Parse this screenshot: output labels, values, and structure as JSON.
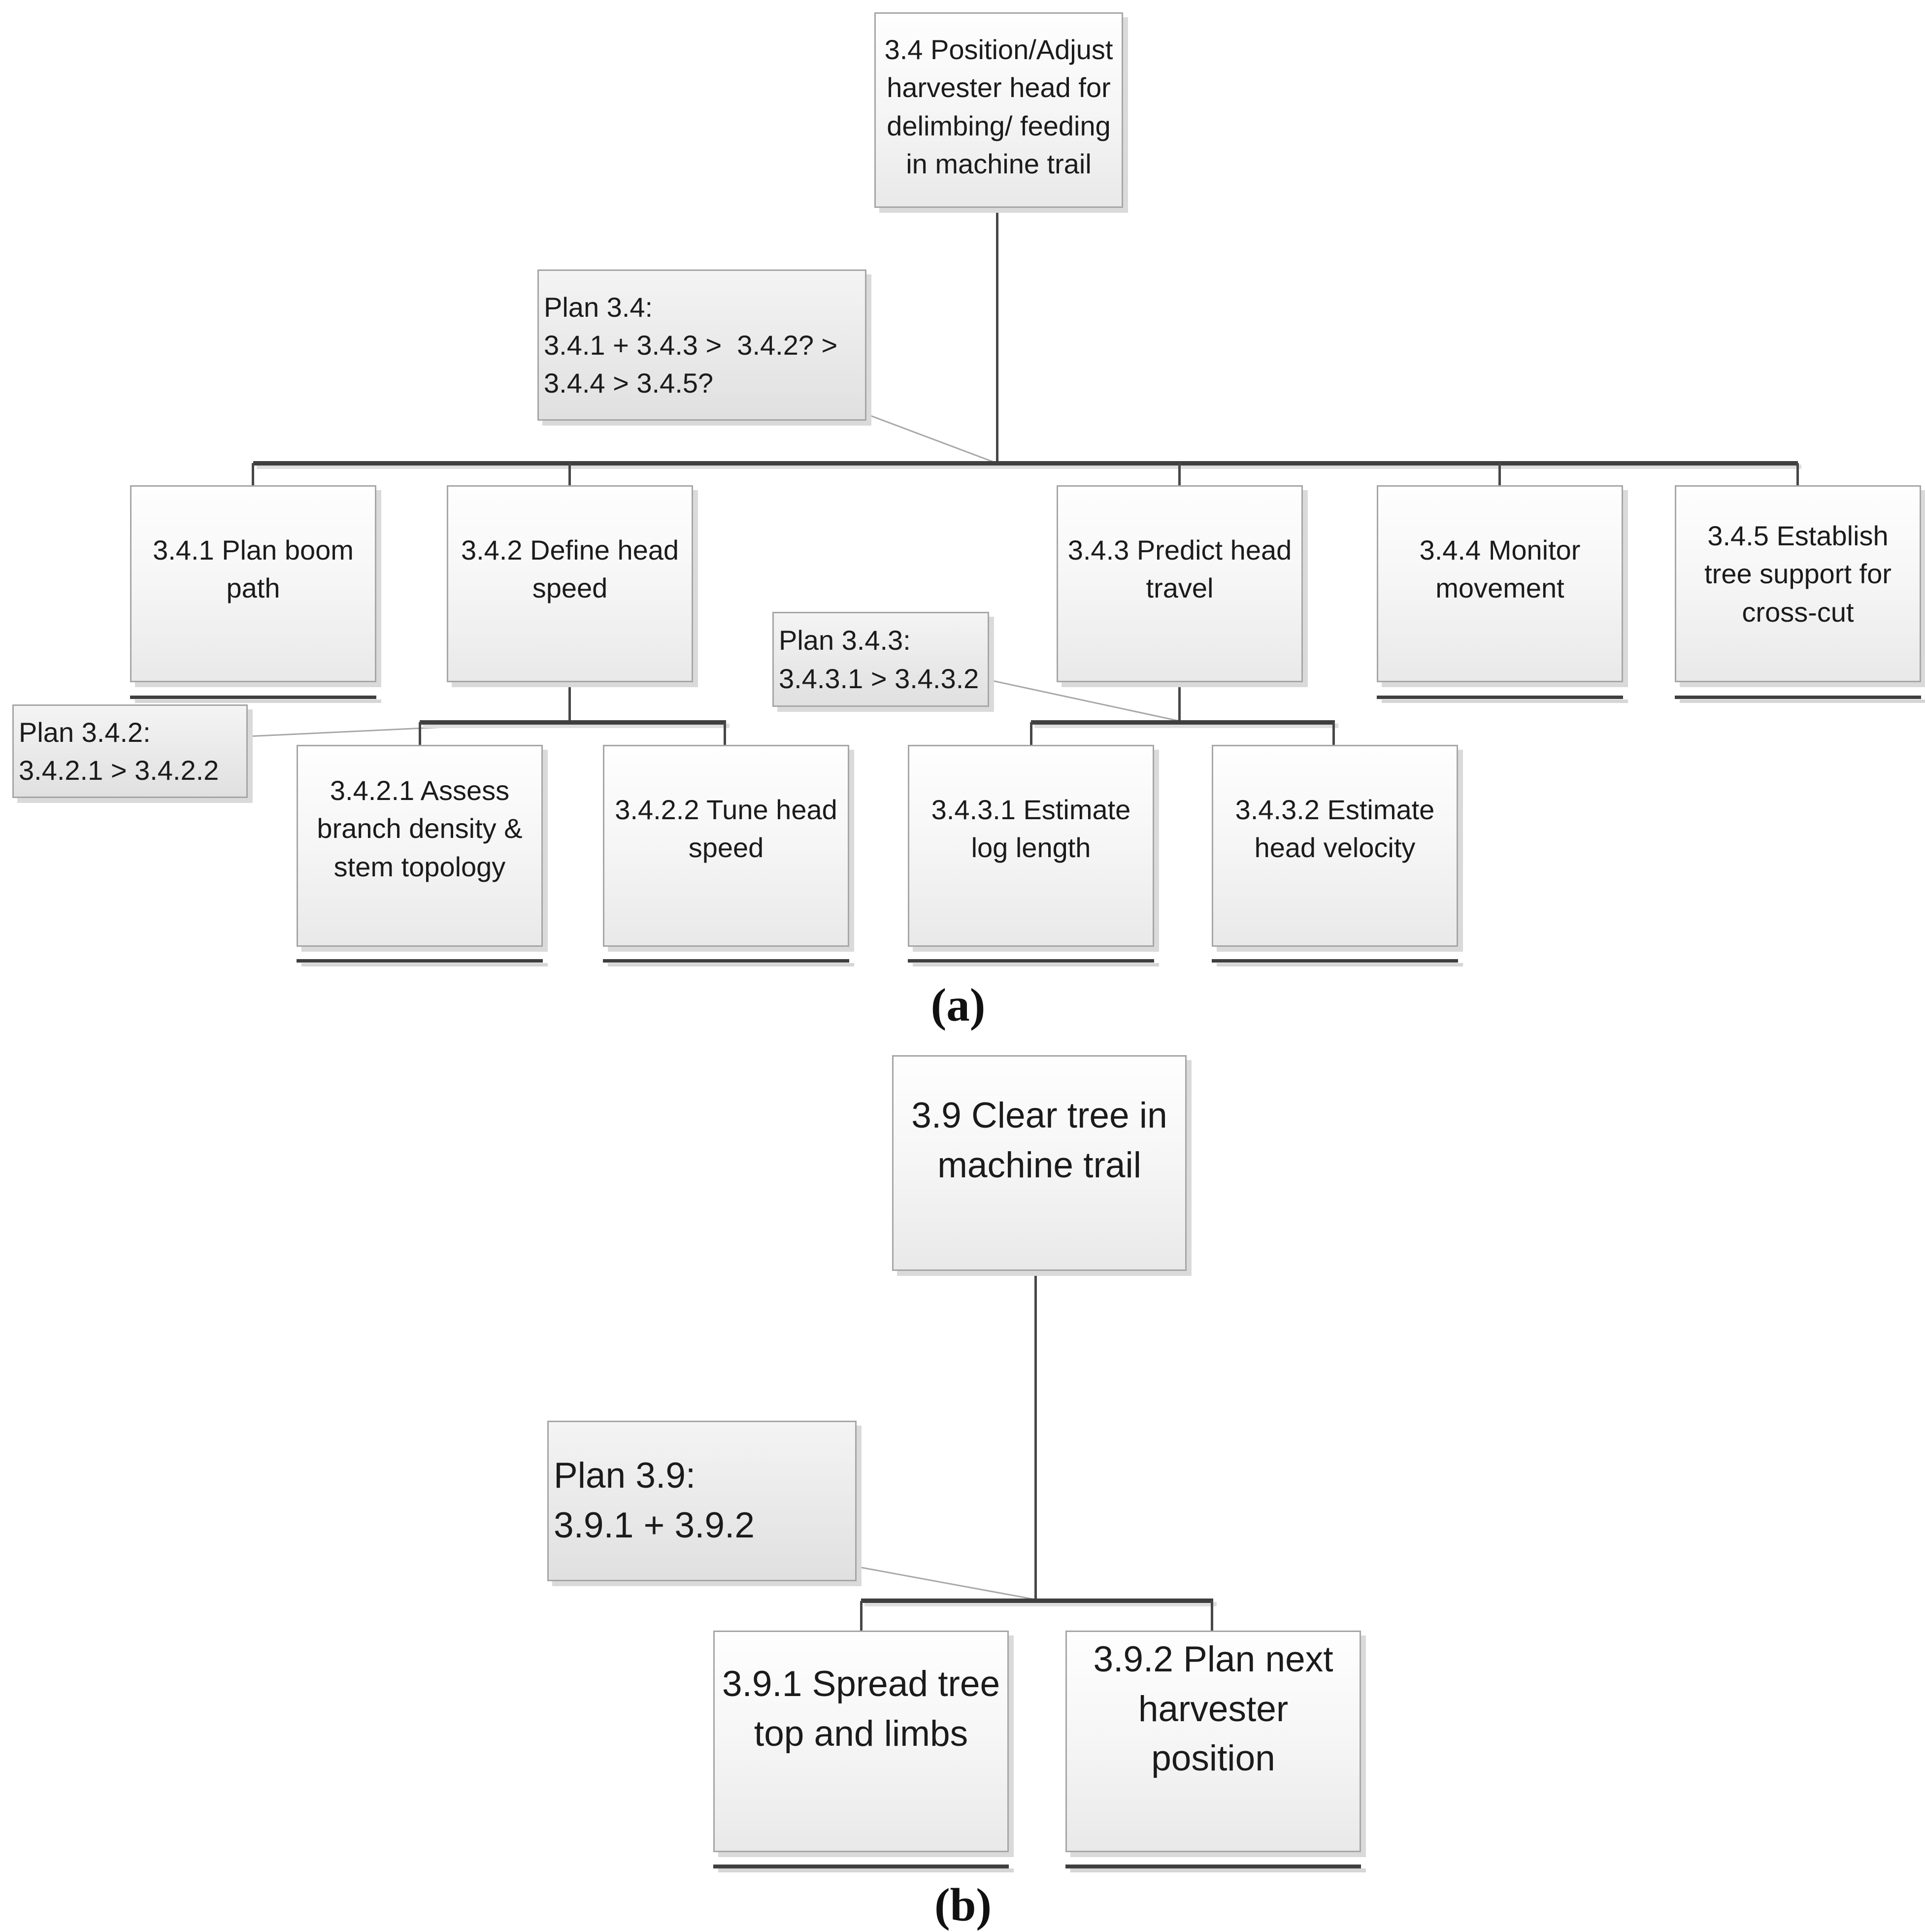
{
  "figure_title": "Hierarchical task analysis diagram",
  "colors": {
    "box_border": "#a6a6a6",
    "box_fill_top": "#fefefe",
    "box_fill_bottom": "#e9e9e9",
    "plan_fill_top": "#f4f4f4",
    "plan_fill_bottom": "#e0e0e0",
    "connector": "#3f3f3f",
    "leader": "#a8a8a8",
    "shadow": "#dadada",
    "text": "#1b1b1b"
  },
  "panel_a": {
    "caption": "(a)",
    "root": {
      "label": "3.4 Position/Adjust harvester head for delimbing/ feeding in machine trail"
    },
    "plan_3_4": {
      "lines": [
        "Plan 3.4:",
        "3.4.1 + 3.4.3 >  3.4.2? >",
        "3.4.4 > 3.4.5?"
      ]
    },
    "plan_3_4_2": {
      "lines": [
        "Plan 3.4.2:",
        "3.4.2.1 > 3.4.2.2"
      ]
    },
    "plan_3_4_3": {
      "lines": [
        "Plan 3.4.3:",
        "3.4.3.1 > 3.4.3.2"
      ]
    },
    "tasks": {
      "t_3_4_1": {
        "label": "3.4.1 Plan boom path"
      },
      "t_3_4_2": {
        "label": "3.4.2 Define head speed"
      },
      "t_3_4_3": {
        "label": "3.4.3 Predict head travel"
      },
      "t_3_4_4": {
        "label": "3.4.4 Monitor movement"
      },
      "t_3_4_5": {
        "label": "3.4.5 Establish tree support for cross-cut"
      },
      "t_3_4_2_1": {
        "label": "3.4.2.1 Assess branch density & stem topology"
      },
      "t_3_4_2_2": {
        "label": "3.4.2.2 Tune head speed"
      },
      "t_3_4_3_1": {
        "label": "3.4.3.1 Estimate log length"
      },
      "t_3_4_3_2": {
        "label": "3.4.3.2 Estimate head velocity"
      }
    }
  },
  "panel_b": {
    "caption": "(b)",
    "root": {
      "label": "3.9 Clear tree in machine trail"
    },
    "plan_3_9": {
      "lines": [
        "Plan 3.9:",
        "3.9.1 + 3.9.2"
      ]
    },
    "tasks": {
      "t_3_9_1": {
        "label": "3.9.1 Spread tree top and limbs"
      },
      "t_3_9_2": {
        "label": "3.9.2 Plan next harvester position"
      }
    }
  }
}
